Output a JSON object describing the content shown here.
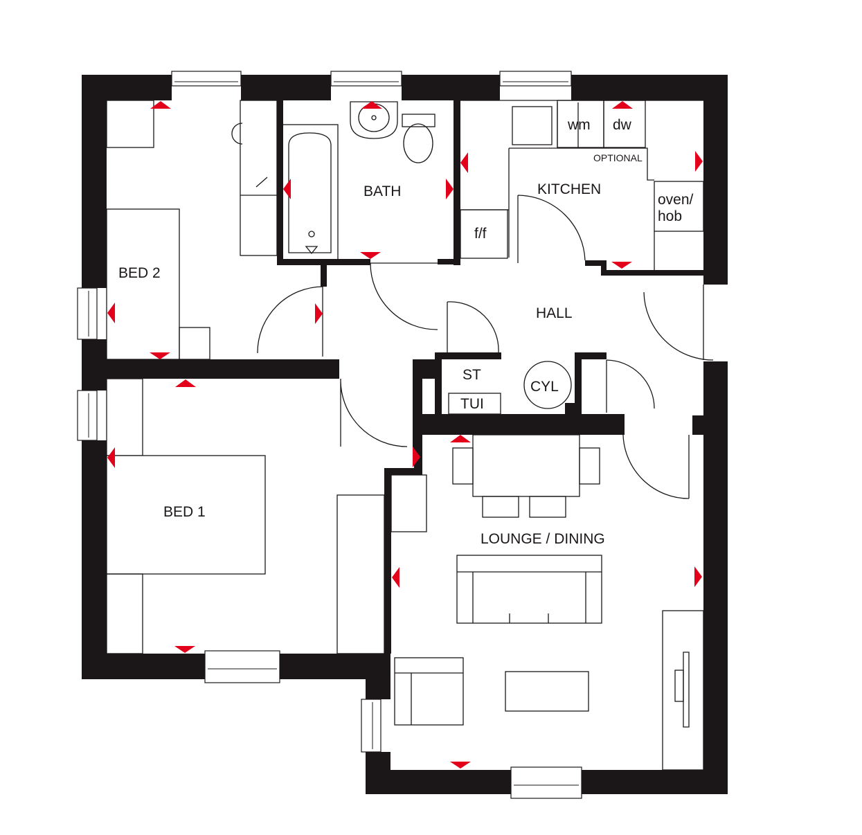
{
  "rooms": {
    "bed2": "BED 2",
    "bath": "BATH",
    "kitchen": "KITCHEN",
    "hall": "HALL",
    "bed1": "BED 1",
    "lounge": "LOUNGE / DINING",
    "store": "ST"
  },
  "appliances": {
    "wm": "wm",
    "dw": "dw",
    "optional": "OPTIONAL",
    "oven_line1": "oven/",
    "oven_line2": "hob",
    "ff": "f/f",
    "cyl": "CYL",
    "tui": "TUI"
  },
  "colors": {
    "wall": "#1b1718",
    "arrow": "#e2001a",
    "background": "#ffffff"
  }
}
